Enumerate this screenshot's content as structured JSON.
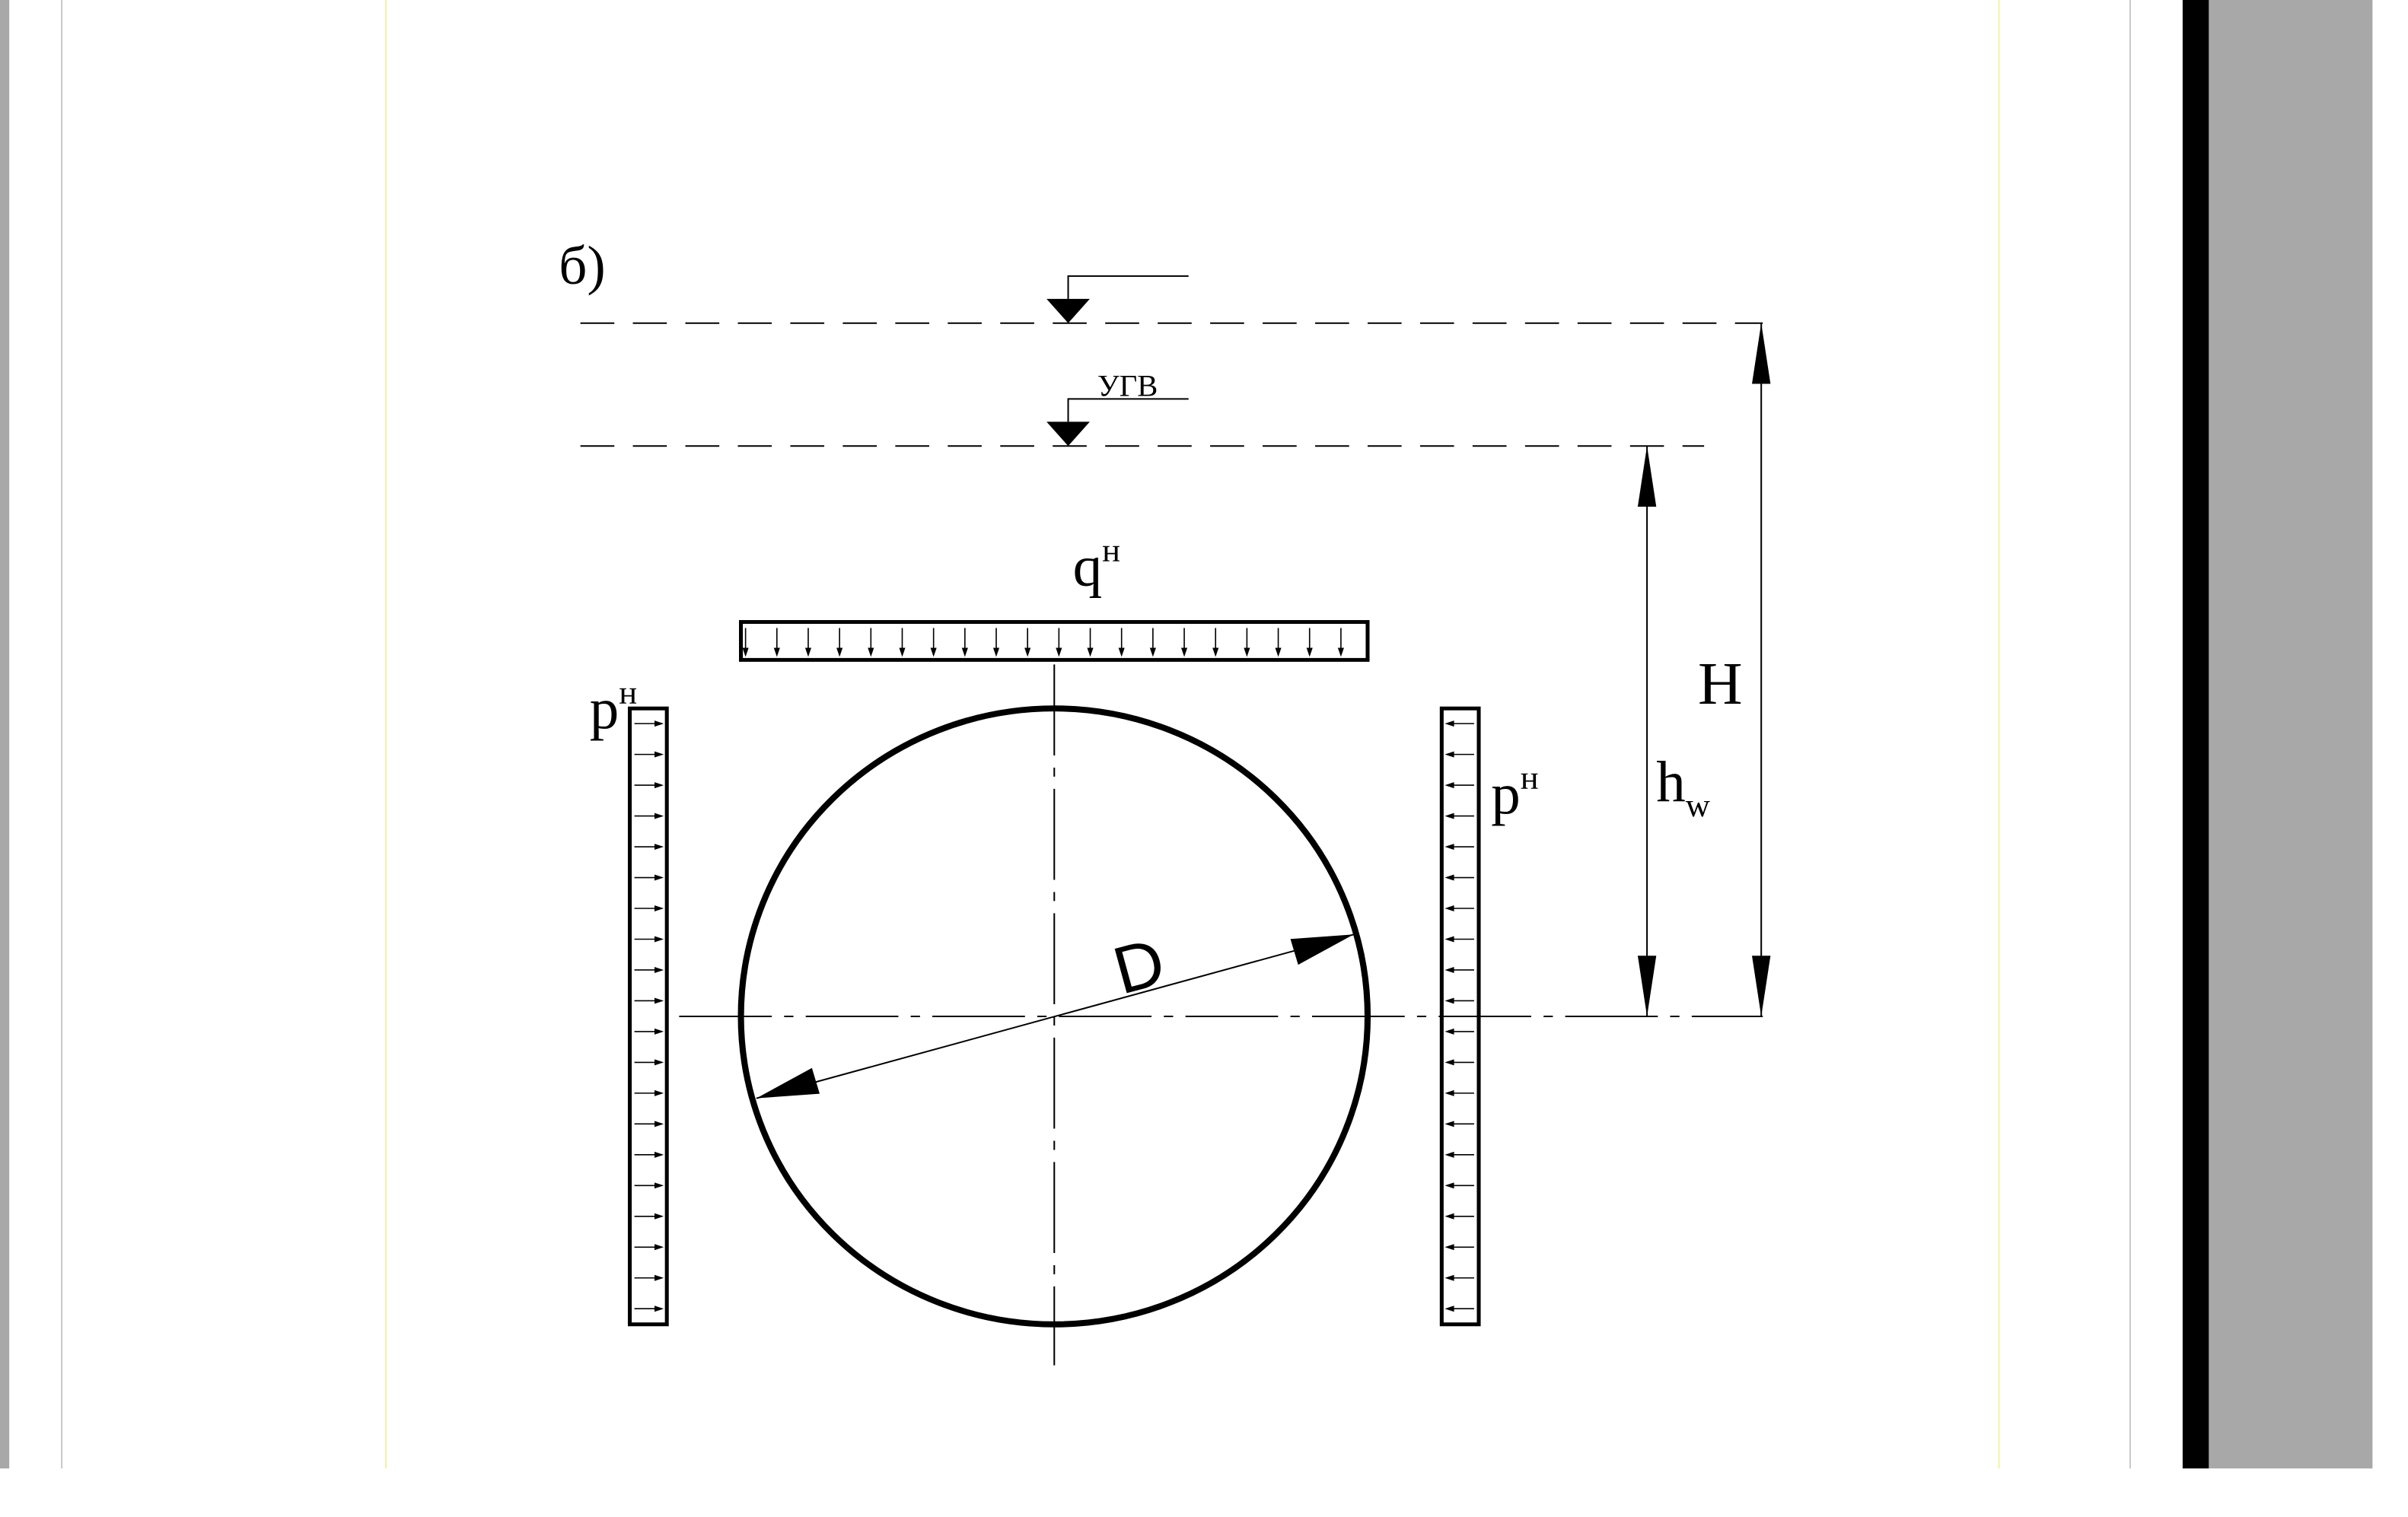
{
  "labels": {
    "figure": "б)",
    "water_level": "УГВ",
    "vertical_load": "q",
    "vertical_load_sup": "н",
    "lateral_load": "p",
    "lateral_load_sup": "н",
    "depth": "H",
    "water_depth": "h",
    "water_depth_sub": "w",
    "diameter": "D"
  },
  "colors": {
    "line": "#000000",
    "page": "#ffffff",
    "scrollbar_track": "#a8a8a8",
    "scrollbar_edge": "#000000",
    "left_edge": "#a8a8a8",
    "margin_yellow": "#f2f2a8",
    "margin_gray": "#c8c8c8"
  }
}
